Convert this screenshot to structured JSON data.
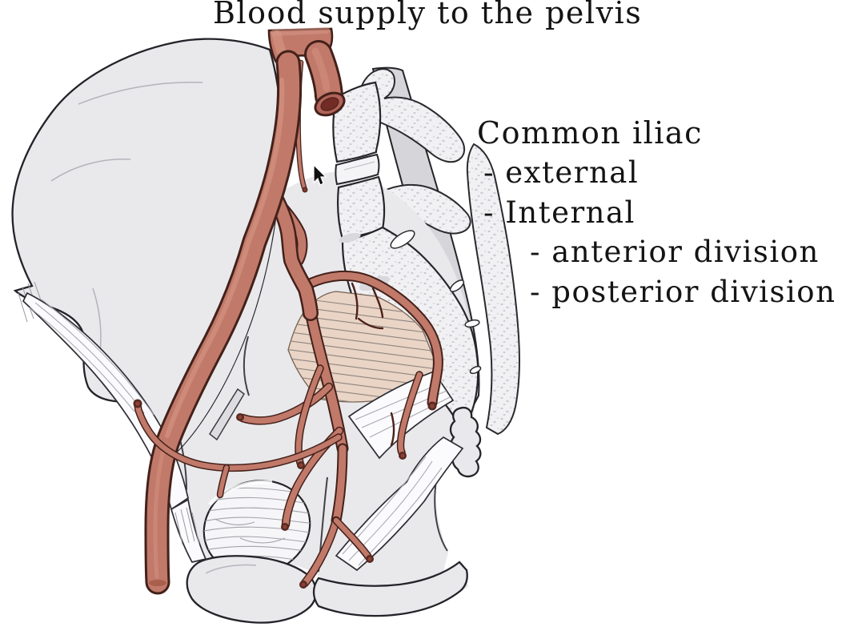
{
  "title": "Blood supply to the pelvis",
  "annotation": {
    "heading": "Common iliac",
    "items": [
      {
        "label": "- external"
      },
      {
        "label": "- Internal"
      },
      {
        "label": "- anterior division"
      },
      {
        "label": "- posterior division"
      }
    ]
  },
  "cursor": {
    "icon": "arrow-cursor-icon"
  },
  "colors": {
    "background": "#ffffff",
    "text": "#141414",
    "outline": "#232329",
    "bone": "#e9e9ec",
    "bone_light": "#f1f1f3",
    "bone_mid": "#d6d6da",
    "artery": "#c1796a",
    "artery_highlight": "#d79786",
    "artery_dark": "#8a3a31",
    "artery_outline": "#43211a",
    "muscle": "#e9d4c6",
    "ligament": "#fbfbfd"
  }
}
